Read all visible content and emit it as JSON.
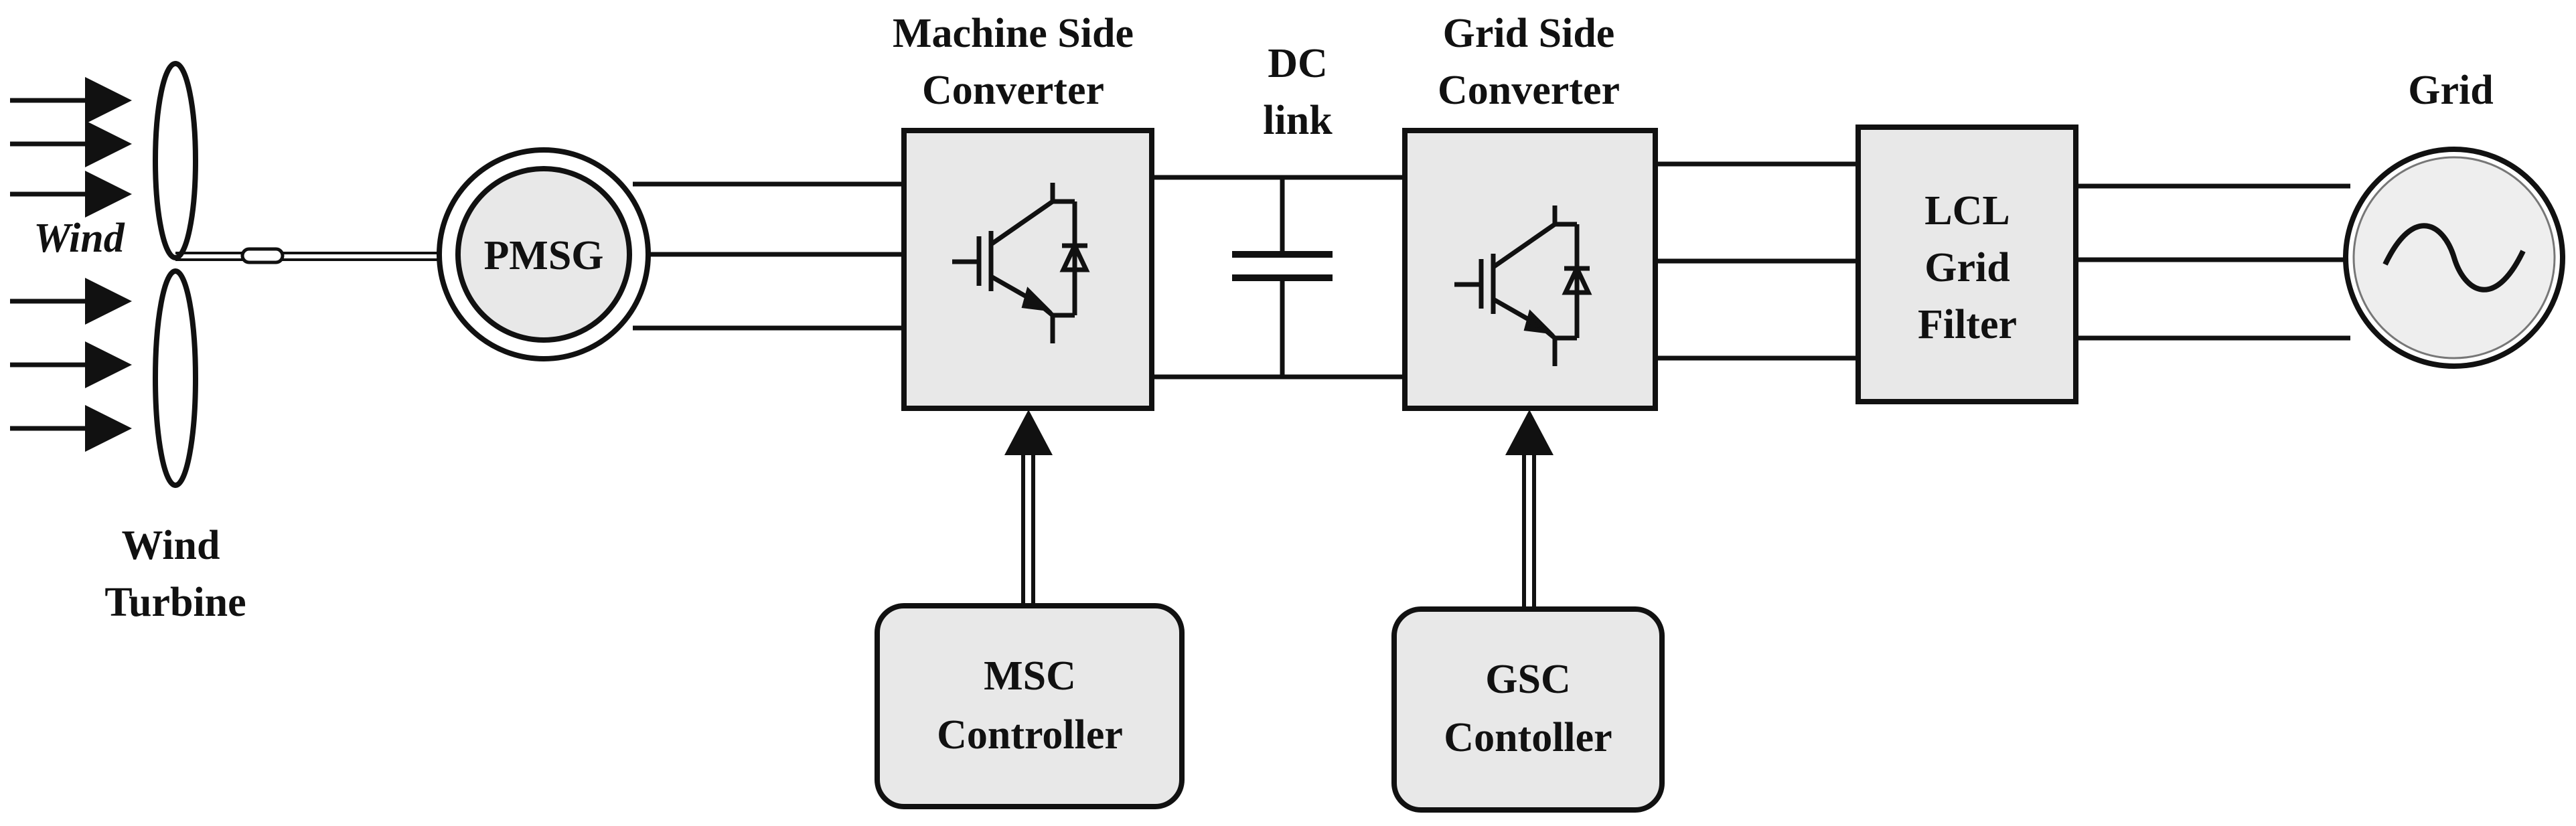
{
  "wind_label": "Wind",
  "turbine_label": [
    "Wind",
    "Turbine"
  ],
  "generator_label": "PMSG",
  "msc_title": [
    "Machine Side",
    "Converter"
  ],
  "dc_link_label": [
    "DC",
    "link"
  ],
  "gsc_title": [
    "Grid Side",
    "Converter"
  ],
  "filter_label": [
    "LCL",
    "Grid",
    "Filter"
  ],
  "grid_label": "Grid",
  "msc_controller_label": [
    "MSC",
    "Controller"
  ],
  "gsc_controller_label": [
    "GSC",
    "Contoller"
  ],
  "icons": {
    "msc_switch": "igbt-diode-icon",
    "gsc_switch": "igbt-diode-icon",
    "grid_source": "ac-sine-wave-icon",
    "capacitor": "capacitor-icon"
  },
  "colors": {
    "box_fill": "#e8e8e8",
    "line": "#111111"
  }
}
